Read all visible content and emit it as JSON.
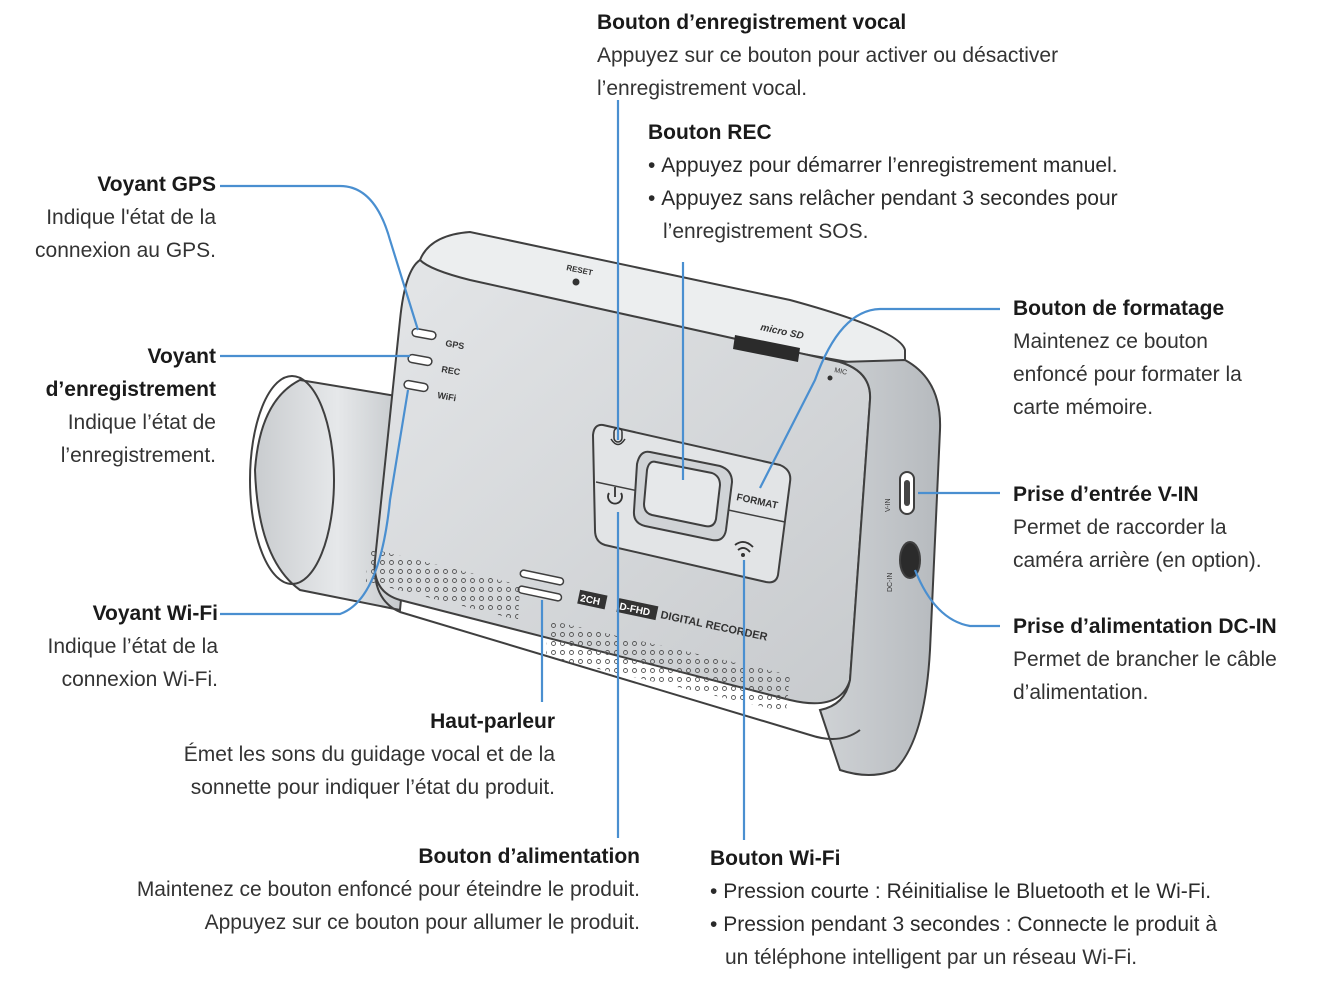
{
  "device": {
    "labels": {
      "reset": "RESET",
      "micro_sd": "micro SD",
      "mic": "MIC",
      "gps": "GPS",
      "rec": "REC",
      "wifi": "WiFi",
      "format": "FORMAT",
      "branding_badge_1": "2CH",
      "branding_badge_2": "D-FHD",
      "branding_text": "DIGITAL RECORDER",
      "port_vin": "V-IN",
      "port_dcin": "DC-IN"
    },
    "colors": {
      "body": "#d7d9db",
      "body_dark": "#bfc2c5",
      "line": "#3f3f3f",
      "callout_line": "#4a8fd0"
    }
  },
  "callouts": {
    "voice": {
      "title": "Bouton d’enregistrement vocal",
      "desc_1": "Appuyez sur ce bouton pour activer ou désactiver",
      "desc_2": "l’enregistrement vocal."
    },
    "rec": {
      "title": "Bouton REC",
      "bullet_1": "Appuyez pour démarrer l’enregistrement manuel.",
      "bullet_2a": "Appuyez sans relâcher pendant 3 secondes pour",
      "bullet_2b": "l’enregistrement SOS."
    },
    "gps": {
      "title": "Voyant GPS",
      "desc_1": "Indique l'état de la",
      "desc_2": "connexion au GPS."
    },
    "recording_led": {
      "title_1": "Voyant",
      "title_2": "d’enregistrement",
      "desc_1": "Indique l’état de",
      "desc_2": "l’enregistrement."
    },
    "format": {
      "title": "Bouton de formatage",
      "desc_1": "Maintenez ce bouton",
      "desc_2": "enfoncé pour formater la",
      "desc_3": "carte mémoire."
    },
    "vin": {
      "title": "Prise d’entrée V-IN",
      "desc_1": "Permet de raccorder la",
      "desc_2": "caméra arrière (en option)."
    },
    "wifi_led": {
      "title": "Voyant Wi-Fi",
      "desc_1": "Indique l’état de la",
      "desc_2": "connexion Wi-Fi."
    },
    "dcin": {
      "title": "Prise d’alimentation DC-IN",
      "desc_1": "Permet de brancher le câble",
      "desc_2": "d’alimentation."
    },
    "speaker": {
      "title": "Haut-parleur",
      "desc_1": "Émet les sons du guidage vocal et de la",
      "desc_2": "sonnette pour indiquer l’état du produit."
    },
    "power": {
      "title": "Bouton d’alimentation",
      "desc_1": "Maintenez ce bouton enfoncé pour éteindre le produit.",
      "desc_2": "Appuyez sur ce bouton pour allumer le produit."
    },
    "wifi_button": {
      "title": "Bouton Wi-Fi",
      "bullet_1": "Pression courte : Réinitialise le Bluetooth et le Wi-Fi.",
      "bullet_2a": "Pression pendant 3 secondes : Connecte le produit à",
      "bullet_2b": "un téléphone intelligent par un réseau Wi-Fi."
    }
  }
}
